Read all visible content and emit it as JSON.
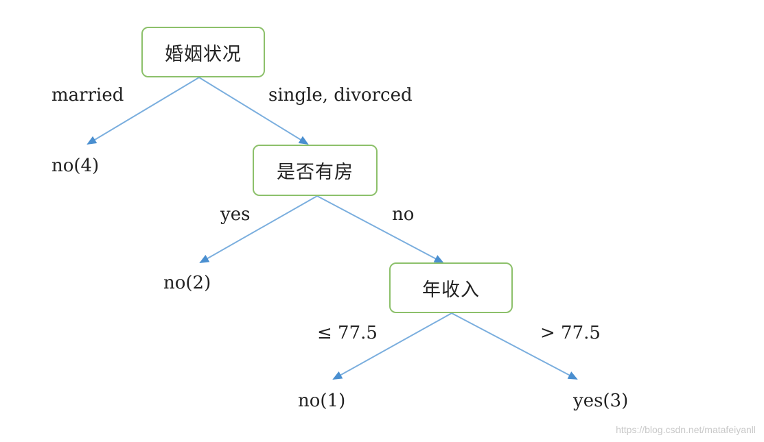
{
  "nodes": {
    "root": "婚姻状况",
    "house": "是否有房",
    "income": "年收入"
  },
  "edges": {
    "married": "married",
    "single_divorced": "single, divorced",
    "yes": "yes",
    "no": "no",
    "le": "≤ 77.5",
    "gt": "> 77.5"
  },
  "leaves": {
    "no4": "no(4)",
    "no2": "no(2)",
    "no1": "no(1)",
    "yes3": "yes(3)"
  },
  "watermark": "https://blog.csdn.net/matafeiyanll",
  "colors": {
    "node_border": "#8cc06a",
    "edge": "#7aaede",
    "arrow": "#4a8fd0"
  }
}
